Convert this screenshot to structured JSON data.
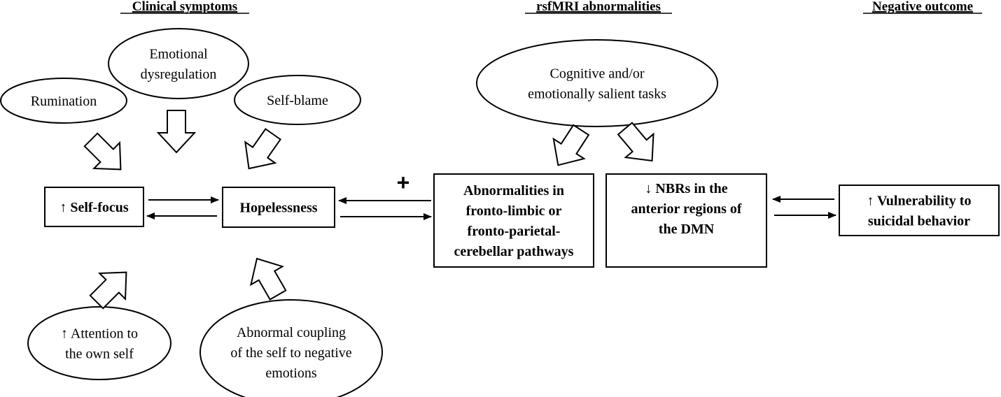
{
  "headings": {
    "clinical": "Clinical symptoms",
    "rsfmri": "rsfMRI abnormalities",
    "outcome": "Negative outcome"
  },
  "ellipses": {
    "emotional_dysregulation": [
      "Emotional",
      "dysregulation"
    ],
    "rumination": [
      "Rumination"
    ],
    "self_blame": [
      "Self-blame"
    ],
    "attention": [
      "↑ Attention to",
      "the own self"
    ],
    "abnormal_coupling": [
      "Abnormal coupling",
      "of the self to negative",
      "emotions"
    ],
    "cognitive_tasks": [
      "Cognitive and/or",
      "emotionally salient tasks"
    ]
  },
  "boxes": {
    "self_focus": [
      "↑ Self-focus"
    ],
    "hopelessness": [
      "Hopelessness"
    ],
    "abnormalities": [
      "Abnormalities in",
      "fronto-limbic or",
      "fronto-parietal-",
      "cerebellar pathways"
    ],
    "nbrs": [
      "↓ NBRs in the",
      "anterior regions of",
      "the DMN"
    ],
    "vulnerability": [
      "↑ Vulnerability to",
      "suicidal behavior"
    ]
  },
  "plus_sign": "+"
}
